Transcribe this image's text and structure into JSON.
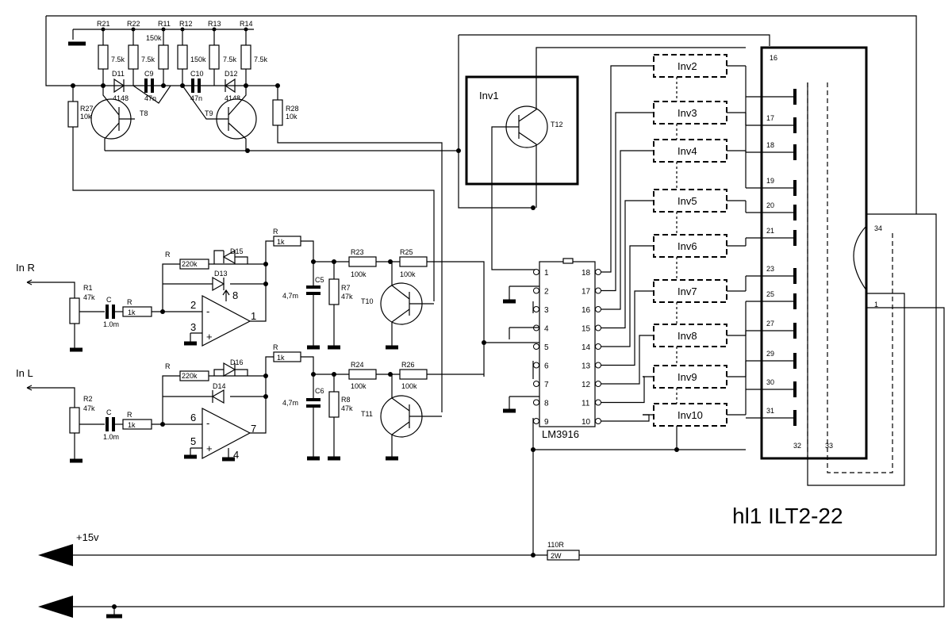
{
  "title": "hl1 ILT2-22",
  "supply": {
    "plus": "+15v"
  },
  "inputs": {
    "right": "In R",
    "left": "In L"
  },
  "resistors": {
    "r21": "R21",
    "r22": "R22",
    "r11": "R11",
    "r12": "R12",
    "r13": "R13",
    "r14": "R14",
    "v7k5": "7.5k",
    "v150k": "150k",
    "r27": "R27",
    "r27v": "10k",
    "r28": "R28",
    "r28v": "10k",
    "r1": "R1",
    "r1v": "47k",
    "r2": "R2",
    "r2v": "47k",
    "r": "R",
    "v1k": "1k",
    "v220k": "220k",
    "r23": "R23",
    "r24": "R24",
    "r25": "R25",
    "r26": "R26",
    "v100k": "100k",
    "r7": "R7",
    "r7v": "47k",
    "r8": "R8",
    "r8v": "47k",
    "r110": "110R",
    "r110w": "2W"
  },
  "capacitors": {
    "c9": "C9",
    "c9v": "47n",
    "c10": "C10",
    "c10v": "47n",
    "c": "C",
    "cv": "1.0m",
    "c5": "C5",
    "c6": "C6",
    "c56v": "4,7m"
  },
  "diodes": {
    "d11": "D11",
    "d12": "D12",
    "d11v": "4148",
    "d12v": "4148",
    "d13": "D13",
    "d14": "D14",
    "d15": "D15",
    "d16": "D16"
  },
  "transistors": {
    "t8": "T8",
    "t9": "T9",
    "t10": "T10",
    "t11": "T11",
    "t12": "T12"
  },
  "opamp_pins": {
    "a2": "2",
    "a3": "3",
    "a8": "8",
    "a1": "1",
    "b6": "6",
    "b5": "5",
    "b7": "7",
    "b4": "4",
    "minus": "-",
    "plus": "+"
  },
  "ic": {
    "name": "LM3916",
    "left_pins": [
      "1",
      "2",
      "3",
      "4",
      "5",
      "6",
      "7",
      "8",
      "9"
    ],
    "right_pins": [
      "18",
      "17",
      "16",
      "15",
      "14",
      "13",
      "12",
      "11",
      "10"
    ]
  },
  "inverters": {
    "inv1": "Inv1",
    "list": [
      "Inv2",
      "Inv3",
      "Inv4",
      "Inv5",
      "Inv6",
      "Inv7",
      "Inv8",
      "Inv9",
      "Inv10"
    ]
  },
  "display": {
    "pins": [
      "16",
      "17",
      "18",
      "19",
      "20",
      "21",
      "23",
      "25",
      "27",
      "29",
      "30",
      "31",
      "32",
      "33",
      "34",
      "1"
    ]
  }
}
